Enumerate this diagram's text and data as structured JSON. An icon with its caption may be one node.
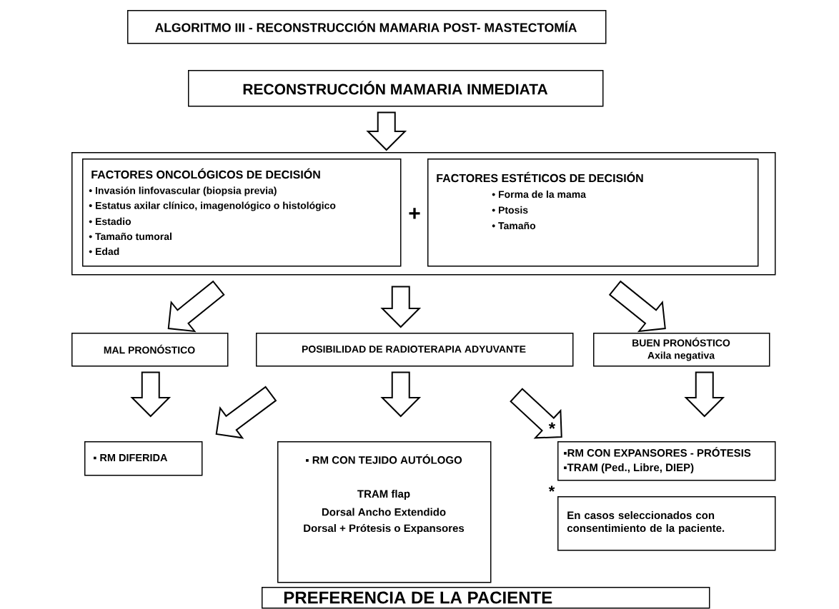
{
  "diagram": {
    "nodes": [
      {
        "text": [
          "ALGORITMO III - RECONSTRUCCIÓN MAMARIA POST- MASTECTOMÍA"
        ]
      },
      {
        "text": [
          "RECONSTRUCCIÓN MAMARIA INMEDIATA"
        ]
      },
      {
        "text": [],
        "shape": "box"
      },
      {
        "text": [
          "FACTORES ONCOLÓGICOS DE DECISIÓN",
          "• Invasión linfovascular (biopsia previa)",
          "• Estatus axilar clínico, imagenológico o histológico",
          "• Estadio",
          "• Tamaño tumoral",
          "• Edad"
        ],
        "in": 2
      },
      {
        "text": [
          "FACTORES ESTÉTICOS DE DECISIÓN",
          "• Forma de la mama",
          "• Ptosis",
          "• Tamaño"
        ],
        "in": 2
      },
      {
        "text": [
          "MAL PRONÓSTICO"
        ]
      },
      {
        "text": [
          "POSIBILIDAD DE RADIOTERAPIA ADYUVANTE"
        ]
      },
      {
        "text": [
          "BUEN PRONÓSTICO",
          "Axila negativa"
        ]
      },
      {
        "text": [
          "▪ RM DIFERIDA"
        ]
      },
      {
        "text": [
          "▪ RM CON TEJIDO AUTÓLOGO",
          "TRAM flap",
          "Dorsal Ancho Extendido",
          "Dorsal + Prótesis o Expansores"
        ]
      },
      {
        "text": [
          "▪RM CON EXPANSORES - PRÓTESIS",
          "▪TRAM (Ped., Libre, DIEP)"
        ]
      },
      {
        "text": [
          "En casos seleccionados con consentimiento de la paciente."
        ],
        "beside": [
          "*"
        ]
      },
      {
        "text": [
          "PREFERENCIA DE LA PACIENTE"
        ]
      }
    ],
    "edges": [
      {
        "from": 1,
        "to": 2,
        "arrow": "to"
      },
      {
        "from": 2,
        "to": 5,
        "arrow": "to"
      },
      {
        "from": 2,
        "to": 6,
        "arrow": "to"
      },
      {
        "from": 2,
        "to": 7,
        "arrow": "to"
      },
      {
        "from": 5,
        "to": 8,
        "arrow": "to"
      },
      {
        "from": 6,
        "to": 8,
        "arrow": "to"
      },
      {
        "from": 6,
        "to": 9,
        "arrow": "to"
      },
      {
        "from": 6,
        "to": 10,
        "arrow": "to",
        "label": "*"
      },
      {
        "from": 7,
        "to": 10,
        "arrow": "to"
      }
    ],
    "labels": [
      "+"
    ]
  }
}
